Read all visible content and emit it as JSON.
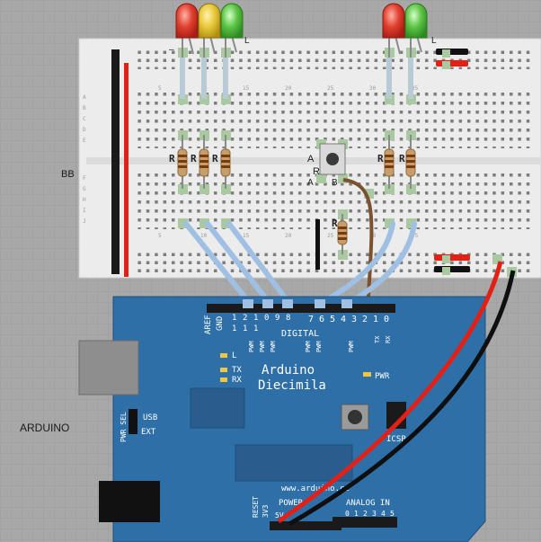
{
  "labels": {
    "breadboard": "BB",
    "arduino": "ARDUINO",
    "resistor": "R",
    "led_leg": "L",
    "switch_a": "A",
    "switch_b": "B",
    "minus": "–",
    "neg": "–"
  },
  "board": {
    "brand": "Arduino",
    "model": "Diecimila",
    "url": "www.arduino.cc",
    "digital": "DIGITAL",
    "aref": "AREF",
    "gnd": "GND",
    "pin_nums_left": [
      "1",
      "1",
      "1",
      "9",
      "8"
    ],
    "pin_nums_left_top": [
      "1",
      "2",
      "1",
      "0"
    ],
    "pin_nums_right": [
      "7",
      "6",
      "5",
      "4",
      "3",
      "2",
      "1",
      "0"
    ],
    "pwm": "PWM",
    "tx": "TX",
    "rx": "RX",
    "led_l": "L",
    "pwr": "PWR",
    "icsp": "ICSP",
    "pwr_sel": "PWR SEL",
    "usb": "USB",
    "ext": "EXT",
    "reset": "RESET",
    "v33": "3V3",
    "v5": "5V",
    "power": "POWER",
    "analog_in": "ANALOG IN",
    "analog_nums": [
      "0",
      "1",
      "2",
      "3",
      "4",
      "5"
    ]
  },
  "row_letters_top": [
    "A",
    "B",
    "C",
    "D",
    "E"
  ],
  "row_letters_bottom": [
    "F",
    "G",
    "H",
    "I",
    "J"
  ],
  "col_numbers": [
    "5",
    "10",
    "15",
    "20",
    "25",
    "30",
    "35"
  ],
  "colors": {
    "background": "#a9a9a9",
    "breadboard": "#ececec",
    "arduino_blue": "#2e6fa8",
    "wire_blue": "#9fbfe3",
    "wire_red": "#e32016",
    "wire_black": "#0f0f0f",
    "wire_brown": "#7a5230",
    "led_red": "#d9352b",
    "led_yellow": "#e2c437",
    "led_green": "#56c043"
  }
}
